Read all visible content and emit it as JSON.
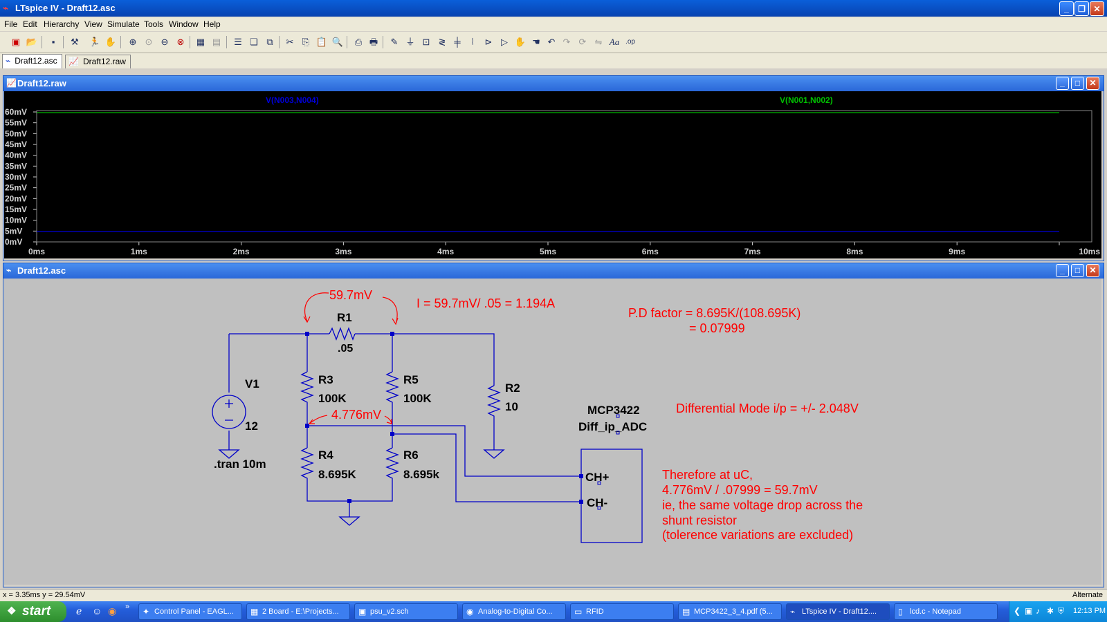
{
  "window": {
    "title": "LTspice IV - Draft12.asc"
  },
  "menu": [
    "File",
    "Edit",
    "Hierarchy",
    "View",
    "Simulate",
    "Tools",
    "Window",
    "Help"
  ],
  "toolbar_icons": [
    "new-schematic-icon",
    "open-icon",
    "save-icon",
    "control-panel-icon",
    "run-icon",
    "halt-icon",
    "zoom-in-icon",
    "pan-icon",
    "zoom-out-icon",
    "zoom-fit-icon",
    "autorange-icon",
    "grid-icon",
    "tile-horizontal-icon",
    "cascade-icon",
    "tile-vertical-icon",
    "cut-icon",
    "copy-icon",
    "paste-icon",
    "find-icon",
    "print-setup-icon",
    "print-icon",
    "wire-icon",
    "ground-icon",
    "label-icon",
    "resistor-icon",
    "capacitor-icon",
    "inductor-icon",
    "diode-icon",
    "component-icon",
    "move-icon",
    "drag-icon",
    "undo-icon",
    "redo-icon",
    "rotate-icon",
    "mirror-icon",
    "text-icon",
    "spice-directive-icon"
  ],
  "tabs": [
    {
      "label": "Draft12.asc",
      "active": true
    },
    {
      "label": "Draft12.raw",
      "active": false
    }
  ],
  "waveform": {
    "title": "Draft12.raw",
    "traces": [
      {
        "name": "V(N003,N004)",
        "color": "#0000d8",
        "value_mV": 4.776
      },
      {
        "name": "V(N001,N002)",
        "color": "#00c000",
        "value_mV": 59.7
      }
    ],
    "y_ticks": [
      "60mV",
      "55mV",
      "50mV",
      "45mV",
      "40mV",
      "35mV",
      "30mV",
      "25mV",
      "20mV",
      "15mV",
      "10mV",
      "5mV",
      "0mV"
    ],
    "x_ticks": [
      "0ms",
      "1ms",
      "2ms",
      "3ms",
      "4ms",
      "5ms",
      "6ms",
      "7ms",
      "8ms",
      "9ms",
      "10ms"
    ]
  },
  "schematic": {
    "title": "Draft12.asc",
    "components": {
      "r1_name": "R1",
      "r1_value": ".05",
      "r2_name": "R2",
      "r2_value": "10",
      "r3_name": "R3",
      "r3_value": "100K",
      "r4_name": "R4",
      "r4_value": "8.695K",
      "r5_name": "R5",
      "r5_value": "100K",
      "r6_name": "R6",
      "r6_value": "8.695k",
      "v1_name": "V1",
      "v1_value": "12",
      "adc_name": "MCP3422",
      "adc_value": "Diff_ip_ADC",
      "pin_plus": "CH+",
      "pin_minus": "CH-",
      "directive": ".tran 10m"
    },
    "annotations": {
      "drop_label": "59.7mV",
      "current": "I = 59.7mV/ .05 = 1.194A",
      "pd_line1": "P.D factor = 8.695K/(108.695K)",
      "pd_line2": "= 0.07999",
      "diff_label": "4.776mV",
      "diff_mode": "Differential Mode i/p = +/- 2.048V",
      "note1": "Therefore at uC,",
      "note2": "4.776mV / .07999 = 59.7mV",
      "note3": "ie, the same voltage drop across the",
      "note4": "shunt resistor",
      "note5": "(tolerence variations are excluded)"
    }
  },
  "status": {
    "coords": "x = 3.35ms    y = 29.54mV",
    "mode": "Alternate"
  },
  "taskbar": {
    "start": "start",
    "tasks": [
      {
        "label": "Control Panel - EAGL...",
        "icon": "eagle-icon"
      },
      {
        "label": "2 Board - E:\\Projects...",
        "icon": "board-icon"
      },
      {
        "label": "psu_v2.sch",
        "icon": "schematic-icon"
      },
      {
        "label": "Analog-to-Digital Co...",
        "icon": "firefox-icon"
      },
      {
        "label": "RFID",
        "icon": "folder-icon"
      },
      {
        "label": "MCP3422_3_4.pdf (5...",
        "icon": "pdf-icon"
      },
      {
        "label": "LTspice IV - Draft12....",
        "icon": "ltspice-icon",
        "active": true
      },
      {
        "label": "lcd.c - Notepad",
        "icon": "notepad-icon"
      }
    ],
    "clock": "12:13 PM"
  }
}
